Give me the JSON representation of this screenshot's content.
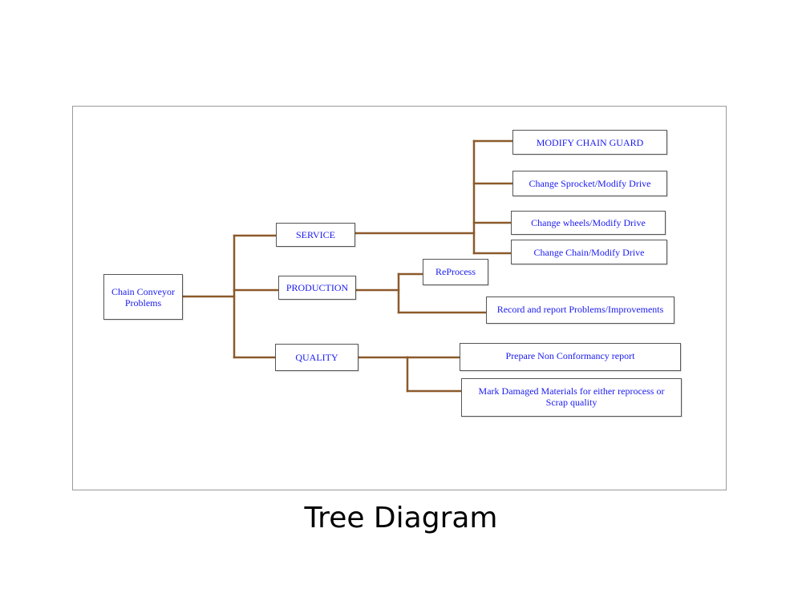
{
  "diagram": {
    "root": "Chain Conveyor Problems",
    "branches": [
      {
        "label": "SERVICE",
        "children": [
          "MODIFY CHAIN GUARD",
          "Change Sprocket/Modify Drive",
          "Change wheels/Modify Drive",
          "Change Chain/Modify Drive"
        ]
      },
      {
        "label": "PRODUCTION",
        "children": [
          "ReProcess",
          "Record and report Problems/Improvements"
        ]
      },
      {
        "label": "QUALITY",
        "children": [
          "Prepare Non Conformancy report",
          "Mark Damaged Materials for either reprocess or Scrap quality"
        ]
      }
    ],
    "connector_color": "#8b5a2b",
    "text_color": "#1a1af0"
  },
  "caption": "Tree Diagram"
}
